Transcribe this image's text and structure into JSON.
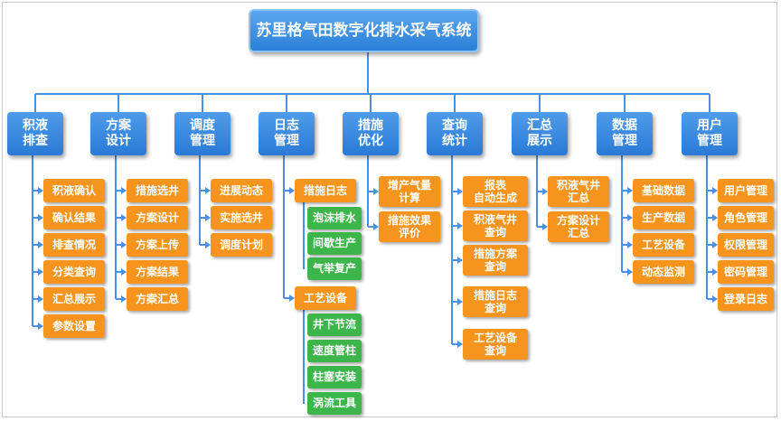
{
  "title": "苏里格气田数字化排水采气系统",
  "categories": [
    {
      "label": "积液\n排查",
      "items": [
        "积液确认",
        "确认结果",
        "排查情况",
        "分类查询",
        "汇总展示",
        "参数设置"
      ]
    },
    {
      "label": "方案\n设计",
      "items": [
        "措施选井",
        "方案设计",
        "方案上传",
        "方案结果",
        "方案汇总"
      ]
    },
    {
      "label": "调度\n管理",
      "items": [
        "进展动态",
        "实施选井",
        "调度计划"
      ]
    },
    {
      "label": "日志\n管理",
      "items": [
        "措施日志",
        "工艺设备"
      ],
      "subitems": [
        [
          "泡沫排水",
          "间歇生产",
          "气举复产"
        ],
        [
          "井下节流",
          "速度管柱",
          "柱塞安装",
          "涡流工具"
        ]
      ]
    },
    {
      "label": "措施\n优化",
      "items": [
        "增产气量\n计算",
        "措施效果\n评价"
      ]
    },
    {
      "label": "查询\n统计",
      "items": [
        "报表\n自动生成",
        "积液气井\n查询",
        "措施方案\n查询",
        "措施日志\n查询",
        "工艺设备\n查询"
      ]
    },
    {
      "label": "汇总\n展示",
      "items": [
        "积液气井\n汇总",
        "方案设计\n汇总"
      ]
    },
    {
      "label": "数据\n管理",
      "items": [
        "基础数据",
        "生产数据",
        "工艺设备",
        "动态监测"
      ]
    },
    {
      "label": "用户\n管理",
      "items": [
        "用户管理",
        "角色管理",
        "权限管理",
        "密码管理",
        "登录日志"
      ]
    }
  ],
  "colors": {
    "root": "#2b7fd8",
    "category": "#2a7ad6",
    "item": "#f7941d",
    "subitem": "#3cb54a",
    "connector": "#4a90e2"
  }
}
